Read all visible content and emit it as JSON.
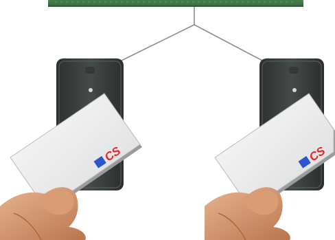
{
  "diagram": {
    "controller": {
      "name": "access-controller-board",
      "color": "#2f6b3c"
    },
    "connection_color": "#8a8a8a",
    "readers": [
      {
        "name": "reader-left",
        "color": "#3c4240"
      },
      {
        "name": "reader-right",
        "color": "#3c4240"
      }
    ],
    "cards": [
      {
        "logo_text": "CS",
        "logo_color": "#e0262b",
        "flag_color": "#2b57c9"
      },
      {
        "logo_text": "CS",
        "logo_color": "#e0262b",
        "flag_color": "#2b57c9"
      }
    ]
  }
}
